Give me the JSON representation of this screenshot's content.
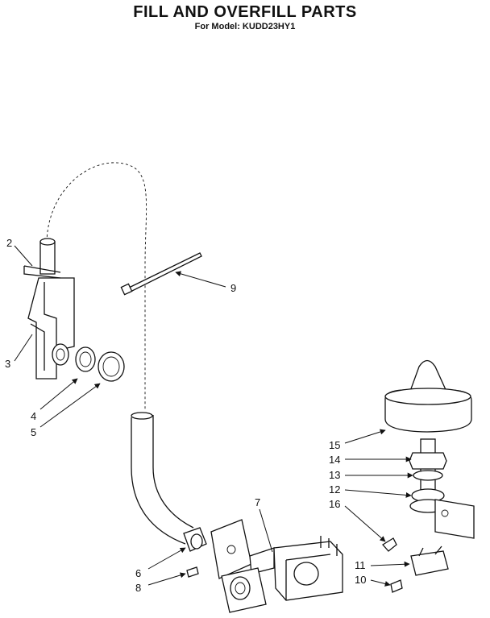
{
  "header": {
    "title": "FILL AND OVERFILL PARTS",
    "subtitle": "For Model: KUDD23HY1"
  },
  "callouts": {
    "c2": "2",
    "c3": "3",
    "c4": "4",
    "c5": "5",
    "c6": "6",
    "c7": "7",
    "c8": "8",
    "c9": "9",
    "c10": "10",
    "c11": "11",
    "c12": "12",
    "c13": "13",
    "c14": "14",
    "c15": "15",
    "c16": "16"
  }
}
